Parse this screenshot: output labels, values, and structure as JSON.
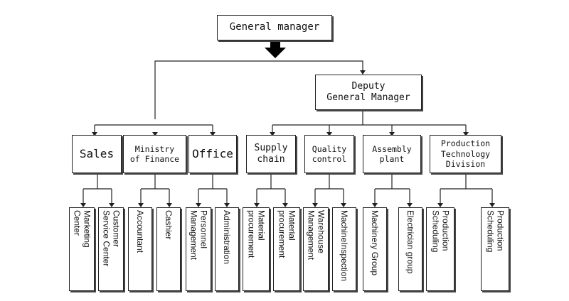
{
  "top": "General manager",
  "deputy": "Deputy\nGeneral Manager",
  "departments": [
    "Sales",
    "Ministry\nof Finance",
    "Office",
    "Supply\nchain",
    "Quality\ncontrol",
    "Assembly\nplant",
    "Production\nTechnology\nDivision"
  ],
  "leaves": [
    "Marketing\nCenter",
    "Customer\nService Center",
    "Accountant",
    "Cashier",
    "Personnel\nManagement",
    "Administration",
    "Material\nprocurement",
    "Material\nprocurement",
    "Warehouse\nManagement",
    "MachineInspection",
    "Machinery Group",
    "Electrician group",
    "Production\nScheduling",
    "Production\nScheduling"
  ]
}
